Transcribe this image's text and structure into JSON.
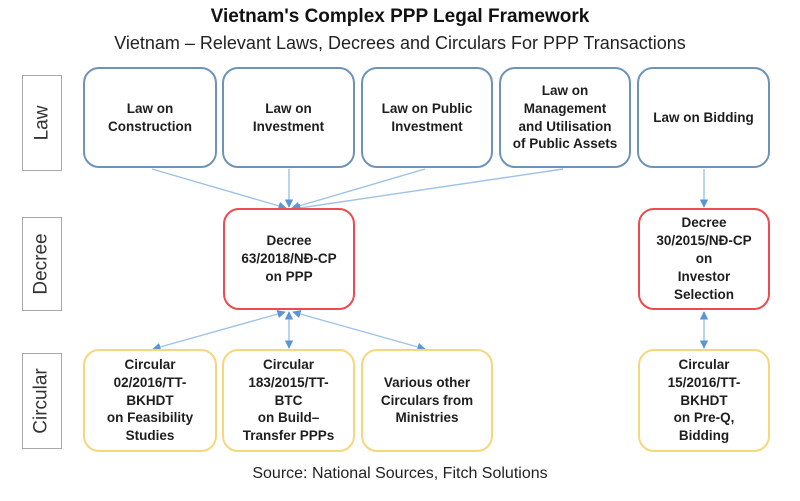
{
  "header": {
    "title": "Vietnam's Complex PPP Legal Framework",
    "subtitle": "Vietnam – Relevant Laws, Decrees and Circulars For PPP Transactions"
  },
  "row_labels": [
    "Law",
    "Decree",
    "Circular"
  ],
  "laws": [
    {
      "id": "law-construction",
      "label": "Law on\nConstruction"
    },
    {
      "id": "law-investment",
      "label": "Law on\nInvestment"
    },
    {
      "id": "law-public-investment",
      "label": "Law on Public\nInvestment"
    },
    {
      "id": "law-public-assets",
      "label": "Law on\nManagement\nand Utilisation\nof Public Assets"
    },
    {
      "id": "law-bidding",
      "label": "Law on Bidding"
    }
  ],
  "decrees": [
    {
      "id": "decree-63",
      "label": "Decree\n63/2018/NĐ-CP\non PPP"
    },
    {
      "id": "decree-30",
      "label": "Decree\n30/2015/NĐ-CP\non\nInvestor\nSelection"
    }
  ],
  "circulars": [
    {
      "id": "circular-02",
      "label": "Circular\n02/2016/TT-\nBKHDT\non Feasibility\nStudies"
    },
    {
      "id": "circular-183",
      "label": "Circular\n183/2015/TT-\nBTC\non Build–\nTransfer PPPs"
    },
    {
      "id": "circular-various",
      "label": "Various other\nCirculars from\nMinistries"
    },
    {
      "id": "circular-15",
      "label": "Circular\n15/2016/TT-\nBKHDT\non Pre-Q,\nBidding"
    }
  ],
  "connections": [
    {
      "from": "law-construction",
      "to": "decree-63",
      "type": "arrow"
    },
    {
      "from": "law-investment",
      "to": "decree-63",
      "type": "arrow"
    },
    {
      "from": "law-public-investment",
      "to": "decree-63",
      "type": "arrow"
    },
    {
      "from": "law-public-assets",
      "to": "decree-63",
      "type": "arrow"
    },
    {
      "from": "law-bidding",
      "to": "decree-30",
      "type": "arrow"
    },
    {
      "from": "decree-63",
      "to": "circular-02",
      "type": "double-arrow"
    },
    {
      "from": "decree-63",
      "to": "circular-183",
      "type": "double-arrow"
    },
    {
      "from": "decree-63",
      "to": "circular-various",
      "type": "double-arrow"
    },
    {
      "from": "decree-30",
      "to": "circular-15",
      "type": "double-arrow"
    }
  ],
  "colors": {
    "law_border": "#6f93b8",
    "decree_border": "#ef4a4f",
    "circular_border": "#f6d77c",
    "connector": "#7fb0e0"
  },
  "footer": {
    "source": "Source: National Sources, Fitch Solutions"
  }
}
